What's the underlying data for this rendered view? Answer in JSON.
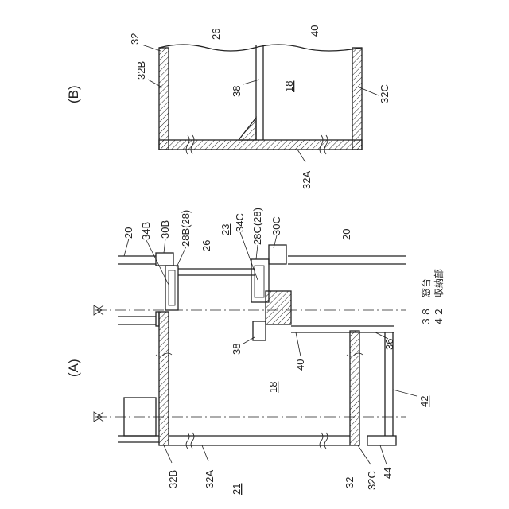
{
  "panel_a": {
    "title": "(A)",
    "labels": {
      "l20_top": "20",
      "l34b": "34B",
      "l30b": "30B",
      "l28b": "28B(28)",
      "l26": "26",
      "l23": "23",
      "l34c": "34C",
      "l28c": "28C(28)",
      "l30c": "30C",
      "l20_right": "20",
      "l38": "38",
      "l18": "18",
      "l40": "40",
      "l36": "36",
      "l42": "42",
      "l44": "44",
      "l32c": "32C",
      "l32": "32",
      "l32b": "32B",
      "l32a": "32A",
      "l21": "21"
    },
    "legend": [
      {
        "num": "３８",
        "text": "窓台"
      },
      {
        "num": "４２",
        "text": "収納部"
      }
    ]
  },
  "panel_b": {
    "title": "(B)",
    "labels": {
      "l32": "32",
      "l26": "26",
      "l40": "40",
      "l32b": "32B",
      "l38": "38",
      "l18": "18",
      "l32c": "32C",
      "l32a": "32A"
    }
  },
  "colors": {
    "line": "#222222",
    "background": "#ffffff"
  }
}
